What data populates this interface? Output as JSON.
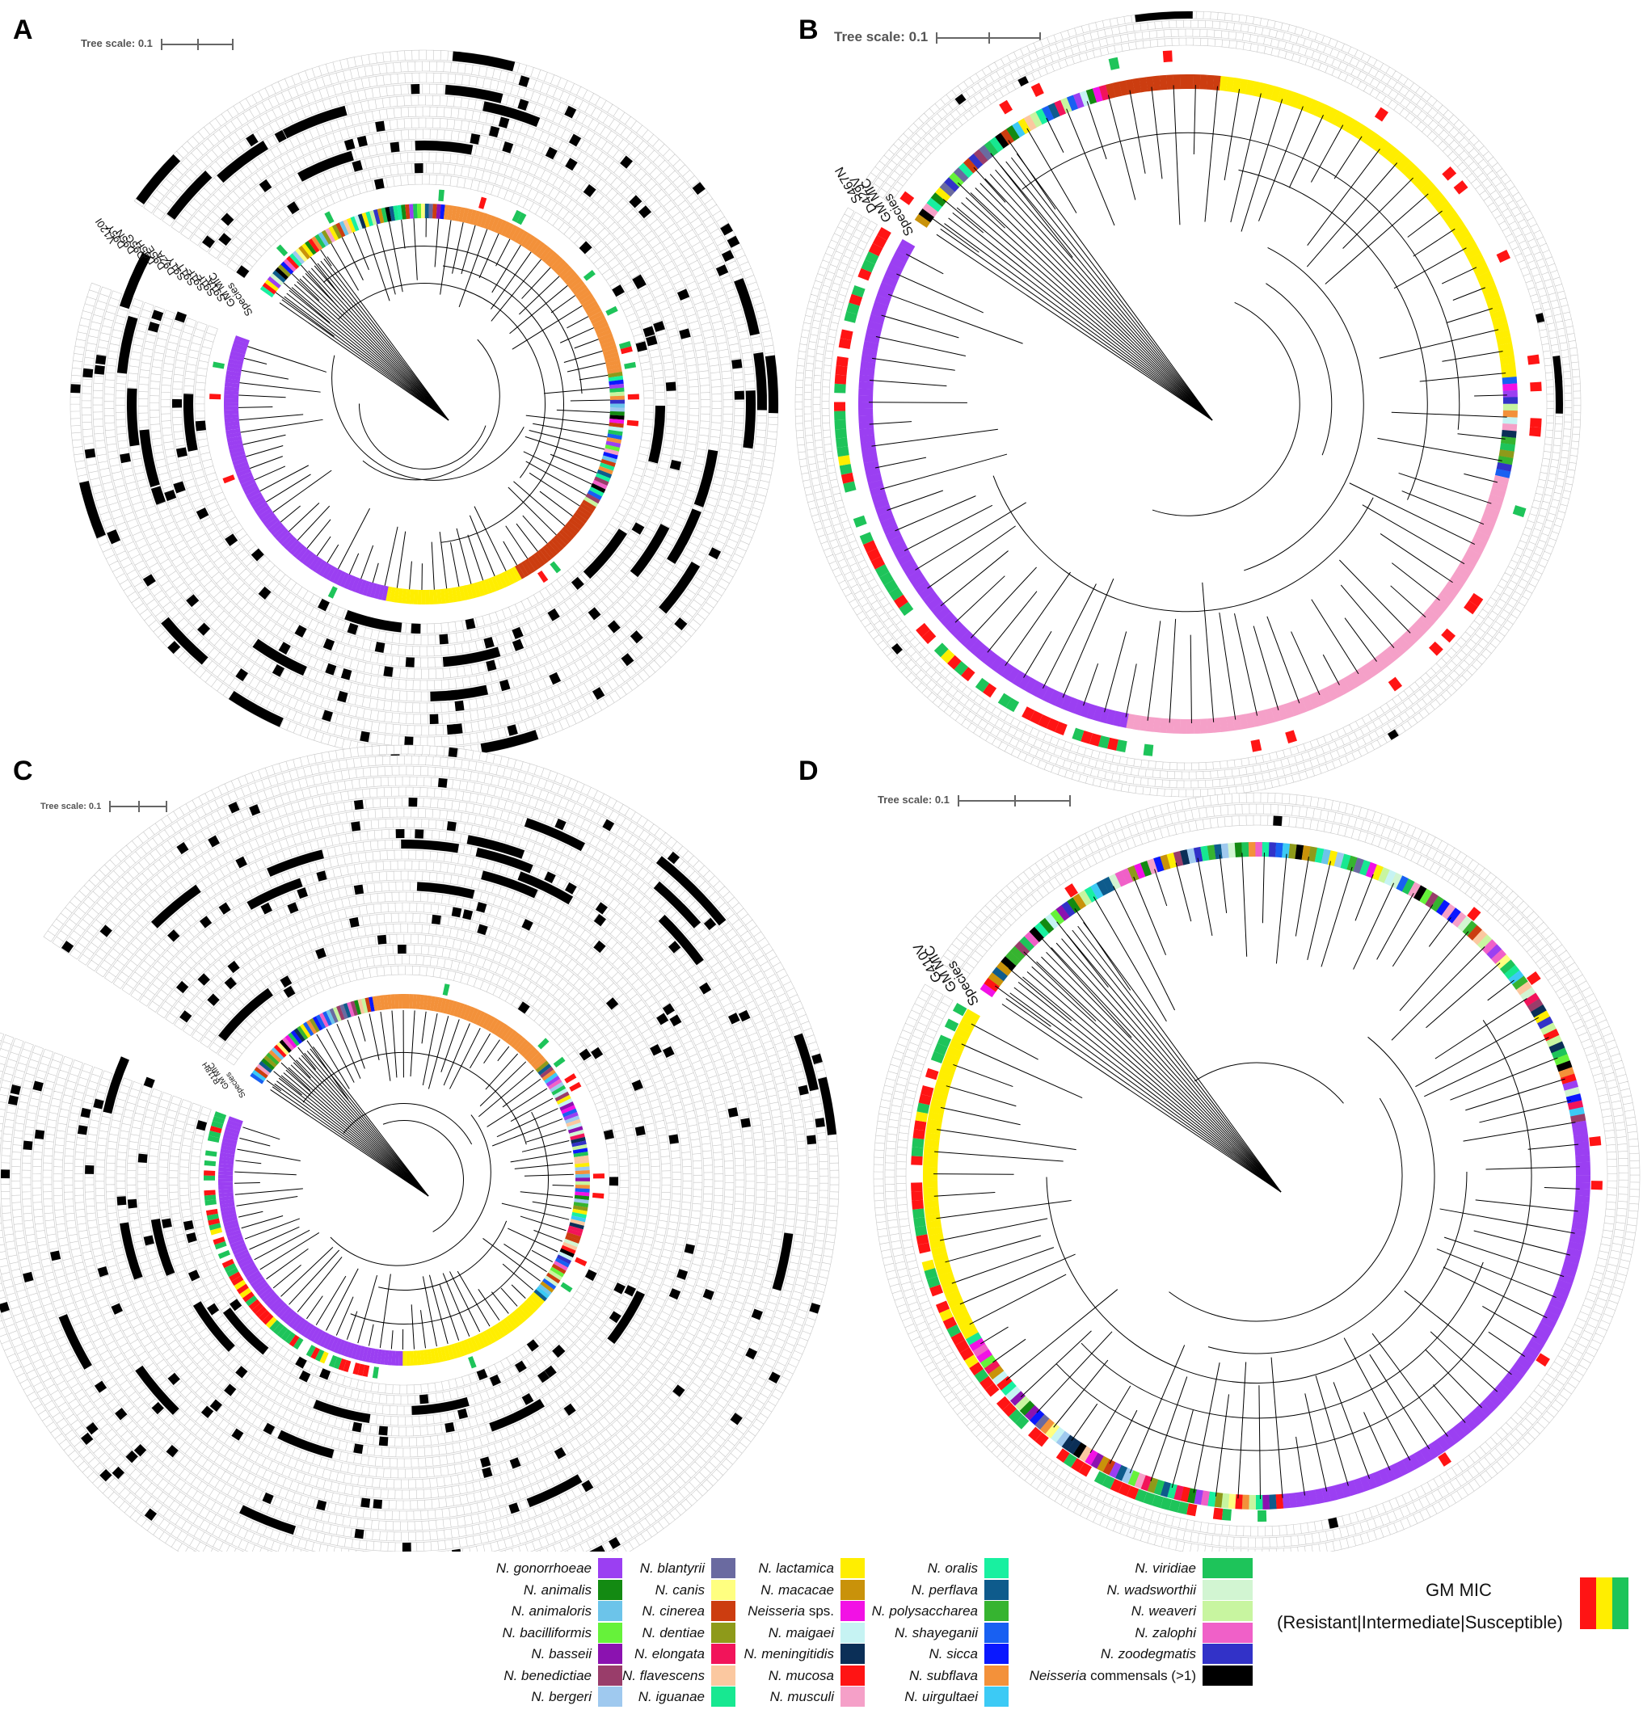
{
  "panels": [
    {
      "letter": "A",
      "tree_scale": "Tree scale: 0.1",
      "ring_labels": [
        "V120I",
        "D95Y",
        "D95N",
        "D95G",
        "D95H",
        "D95E",
        "D92A",
        "S91Y",
        "S91T",
        "S91F",
        "S91F",
        "S91A",
        "GM MIC",
        "Species"
      ],
      "species_arcs": [
        {
          "species": "N. gonorrhoeae",
          "color": "#9b3ff2"
        },
        {
          "species": "N. lactamica",
          "color": "#ffee00"
        },
        {
          "species": "N. cinerea",
          "color": "#cc3d10"
        },
        {
          "species": "N. subflava",
          "color": "#f3913a"
        },
        {
          "species": "N. mucosa",
          "color": "#ff2a1a"
        }
      ]
    },
    {
      "letter": "B",
      "tree_scale": "Tree scale: 0.1",
      "ring_labels": [
        "S467N",
        "D429V",
        "GM MIC",
        "Species"
      ],
      "species_arcs": [
        {
          "species": "N. gonorrhoeae",
          "color": "#9b3ff2"
        },
        {
          "species": "N. musculi",
          "color": "#f5a0c8"
        },
        {
          "species": "N. lactamica",
          "color": "#ffee00"
        },
        {
          "species": "N. cinerea",
          "color": "#cc3d10"
        }
      ]
    },
    {
      "letter": "C",
      "tree_scale": "Tree scale: 0.1",
      "ring_labels": [
        "R118H",
        "GM MIC",
        "Species"
      ],
      "species_arcs": [
        {
          "species": "N. gonorrhoeae",
          "color": "#9b3ff2"
        },
        {
          "species": "N. subflava",
          "color": "#f3913a"
        },
        {
          "species": "N. lactamica",
          "color": "#ffee00"
        }
      ]
    },
    {
      "letter": "D",
      "tree_scale": "Tree scale: 0.1",
      "ring_labels": [
        "G410V",
        "GM MIC",
        "Species"
      ],
      "species_arcs": [
        {
          "species": "N. gonorrhoeae",
          "color": "#9b3ff2"
        },
        {
          "species": "N. lactamica",
          "color": "#ffee00"
        }
      ]
    }
  ],
  "legend": {
    "columns": [
      [
        {
          "label": "N. gonorrhoeae",
          "color": "#9b3ff2"
        },
        {
          "label": "N. animalis",
          "color": "#138a12"
        },
        {
          "label": "N. animaloris",
          "color": "#6cc4ea"
        },
        {
          "label": "N. bacilliformis",
          "color": "#66f23a"
        },
        {
          "label": "N. basseii",
          "color": "#8b12b0"
        },
        {
          "label": "N. benedictiae",
          "color": "#993d6a"
        },
        {
          "label": "N. bergeri",
          "color": "#9fc9ef"
        }
      ],
      [
        {
          "label": "N. blantyrii",
          "color": "#6a6aa0"
        },
        {
          "label": "N. canis",
          "color": "#ffff80"
        },
        {
          "label": "N. cinerea",
          "color": "#cc3d10"
        },
        {
          "label": "N. dentiae",
          "color": "#8e9a1a"
        },
        {
          "label": "N. elongata",
          "color": "#f2145a"
        },
        {
          "label": "N. flavescens",
          "color": "#fbc8a0"
        },
        {
          "label": "N. iguanae",
          "color": "#17e891"
        }
      ],
      [
        {
          "label": "N. lactamica",
          "color": "#ffee00"
        },
        {
          "label": "N. macacae",
          "color": "#c9920a"
        },
        {
          "label": "Neisseria sps.",
          "color": "#f211e5"
        },
        {
          "label": "N. maigaei",
          "color": "#c6f3f3"
        },
        {
          "label": "N. meningitidis",
          "color": "#0b2f57"
        },
        {
          "label": "N. mucosa",
          "color": "#ff1414"
        },
        {
          "label": "N. musculi",
          "color": "#f5a0c8"
        }
      ],
      [
        {
          "label": "N. oralis",
          "color": "#18f0a0"
        },
        {
          "label": "N. perflava",
          "color": "#0e5b8c"
        },
        {
          "label": "N. polysaccharea",
          "color": "#36b430"
        },
        {
          "label": "N. shayeganii",
          "color": "#1860f2"
        },
        {
          "label": "N. sicca",
          "color": "#0a18ff"
        },
        {
          "label": "N. subflava",
          "color": "#f3913a"
        },
        {
          "label": "N. uirgultaei",
          "color": "#3ccaf5"
        }
      ],
      [
        {
          "label": "N. viridiae",
          "color": "#1ec45a"
        },
        {
          "label": "N. wadsworthii",
          "color": "#d2f5d2"
        },
        {
          "label": "N. weaveri",
          "color": "#c8f5a0"
        },
        {
          "label": "N. zalophi",
          "color": "#f060c8"
        },
        {
          "label": "N. zoodegmatis",
          "color": "#3232c8"
        },
        {
          "label": "Neisseria commensals (>1)",
          "color": "#000000"
        }
      ]
    ],
    "gm_mic": {
      "title": "GM MIC",
      "subtitle": "(Resistant|Intermediate|Susceptible)",
      "colors": [
        "#ff1414",
        "#ffee00",
        "#1ec45a"
      ]
    }
  }
}
